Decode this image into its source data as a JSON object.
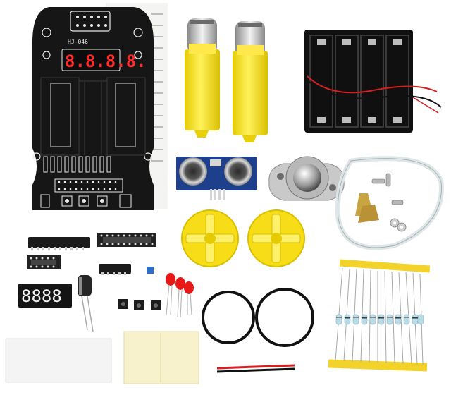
{
  "pcb": {
    "model_label": "HJ-046",
    "display_digits": "8.8.8.8."
  },
  "led_module": {
    "digits": "8888"
  },
  "colors": {
    "pcb_black": "#161616",
    "pcb_trace": "#2c2c2c",
    "pcb_silk": "#e8e8e8",
    "display_red": "#ff2a2a",
    "wheel_yellow": "#f6dd18",
    "motor_yellow": "#f4dc10",
    "sonar_blue": "#1d3f8c",
    "led_red": "#e81818",
    "tape_yellow": "#f3d22a",
    "metal": "#c9c9c9",
    "resistor_body": "#b8dbe5"
  },
  "icons": [
    "wheel-icon",
    "motor-icon",
    "battery-holder-icon",
    "resistor-icon",
    "led-icon",
    "ic-chip-icon"
  ]
}
